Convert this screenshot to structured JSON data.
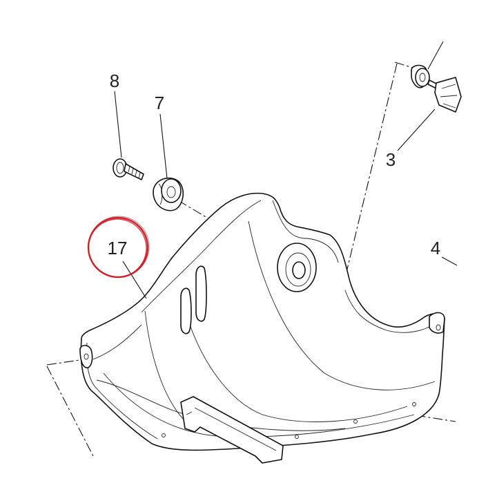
{
  "callouts": [
    {
      "id": "8",
      "label": "8"
    },
    {
      "id": "7",
      "label": "7"
    },
    {
      "id": "3",
      "label": "3"
    },
    {
      "id": "4",
      "label": "4"
    },
    {
      "id": "17",
      "label": "17"
    }
  ],
  "highlight": {
    "ref": "17",
    "color": "#d0202a"
  },
  "line_color": "#111111"
}
